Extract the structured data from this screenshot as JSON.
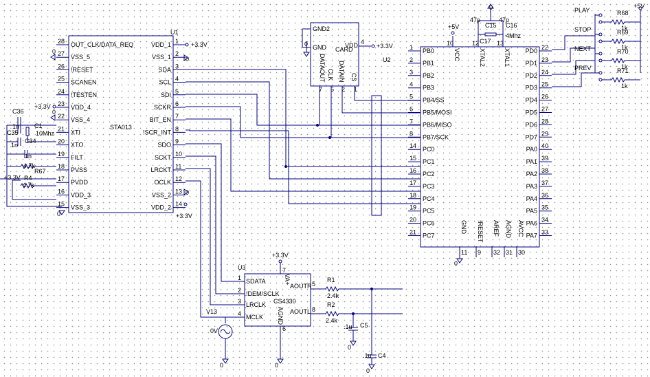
{
  "u1": {
    "ref": "U1",
    "part": "STA013",
    "left_pins": [
      {
        "num": "28",
        "name": "OUT_CLK/DATA_REQ"
      },
      {
        "num": "27",
        "name": "VSS_5"
      },
      {
        "num": "26",
        "name": "!RESET"
      },
      {
        "num": "25",
        "name": "SCANEN"
      },
      {
        "num": "24",
        "name": "!TESTEN"
      },
      {
        "num": "23",
        "name": "VDD_4"
      },
      {
        "num": "22",
        "name": "VSS_4"
      },
      {
        "num": "21",
        "name": "XTI"
      },
      {
        "num": "20",
        "name": "XTO"
      },
      {
        "num": "19",
        "name": "FILT"
      },
      {
        "num": "18",
        "name": "PVSS"
      },
      {
        "num": "17",
        "name": "PVDD"
      },
      {
        "num": "16",
        "name": "VDD_3"
      },
      {
        "num": "15",
        "name": "VSS_3"
      }
    ],
    "right_pins": [
      {
        "num": "1",
        "name": "VDD_1"
      },
      {
        "num": "2",
        "name": "VSS_1"
      },
      {
        "num": "3",
        "name": "SDA"
      },
      {
        "num": "4",
        "name": "SCL"
      },
      {
        "num": "5",
        "name": "SDI"
      },
      {
        "num": "6",
        "name": "SCKR"
      },
      {
        "num": "7",
        "name": "BIT_EN"
      },
      {
        "num": "8",
        "name": "!SCR_INT"
      },
      {
        "num": "9",
        "name": "SDO"
      },
      {
        "num": "10",
        "name": "SCKT"
      },
      {
        "num": "11",
        "name": "LRCKT"
      },
      {
        "num": "12",
        "name": "OCLK"
      },
      {
        "num": "13",
        "name": "VSS_2"
      },
      {
        "num": "14",
        "name": "VDD_2"
      }
    ]
  },
  "u2": {
    "ref": "U2",
    "part": "CARD",
    "pins": {
      "gnd2": "GND2",
      "gnd": "GND",
      "vdd": "VDD",
      "vdd_num": "4",
      "dataout": "DATAOUT",
      "dataout_num": "7",
      "clk": "CLK",
      "clk_num": "5",
      "datain": "DATAIN",
      "datain_num": "2",
      "cs": "CS",
      "cs_num": "1"
    }
  },
  "u3": {
    "ref": "U3",
    "part": "CS4330",
    "left_pins": [
      {
        "num": "1",
        "name": "SDATA"
      },
      {
        "num": "2",
        "name": "!DEM/SCLK"
      },
      {
        "num": "3",
        "name": "LRCLK"
      },
      {
        "num": "4",
        "name": "MCLK"
      }
    ],
    "right_pins": [
      {
        "num": "5",
        "name": "AOUTR"
      },
      {
        "num": "8",
        "name": "AOUTL"
      }
    ],
    "va": "VA+",
    "va_num": "7",
    "agnd": "AGND",
    "agnd_num": "6"
  },
  "mcu": {
    "left_pins": [
      {
        "num": "1",
        "name": "PB0"
      },
      {
        "num": "2",
        "name": "PB1"
      },
      {
        "num": "3",
        "name": "PB2"
      },
      {
        "num": "4",
        "name": "PB3"
      },
      {
        "num": "5",
        "name": "PB4/SS"
      },
      {
        "num": "6",
        "name": "PB5/MOSI"
      },
      {
        "num": "7",
        "name": "PB6/MISO"
      },
      {
        "num": "8",
        "name": "PB7/SCK"
      },
      {
        "num": "14",
        "name": "PC0"
      },
      {
        "num": "15",
        "name": "PC1"
      },
      {
        "num": "16",
        "name": "PC2"
      },
      {
        "num": "17",
        "name": "PC3"
      },
      {
        "num": "18",
        "name": "PC4"
      },
      {
        "num": "19",
        "name": "PC5"
      },
      {
        "num": "20",
        "name": "PC6"
      },
      {
        "num": "21",
        "name": "PC7"
      }
    ],
    "right_pins": [
      {
        "num": "22",
        "name": "PD0"
      },
      {
        "num": "23",
        "name": "PD1"
      },
      {
        "num": "24",
        "name": "PD2"
      },
      {
        "num": "25",
        "name": "PD3"
      },
      {
        "num": "26",
        "name": "PD4"
      },
      {
        "num": "27",
        "name": "PD5"
      },
      {
        "num": "28",
        "name": "PD6"
      },
      {
        "num": "29",
        "name": "PD7"
      },
      {
        "num": "40",
        "name": "PA0"
      },
      {
        "num": "39",
        "name": "PA1"
      },
      {
        "num": "38",
        "name": "PA2"
      },
      {
        "num": "37",
        "name": "PA3"
      },
      {
        "num": "36",
        "name": "PA4"
      },
      {
        "num": "35",
        "name": "PA5"
      },
      {
        "num": "34",
        "name": "PA6"
      },
      {
        "num": "33",
        "name": "PA7"
      }
    ],
    "top_pins": [
      {
        "num": "10",
        "name": "VCC"
      },
      {
        "num": "12",
        "name": "XTAL2"
      },
      {
        "num": "13",
        "name": "XTAL1"
      }
    ],
    "bottom_pins": [
      {
        "num": "11",
        "name": "GND"
      },
      {
        "num": "9",
        "name": "!RESET"
      },
      {
        "num": "32",
        "name": "AREF"
      },
      {
        "num": "31",
        "name": "AGND"
      },
      {
        "num": "30",
        "name": "AVCC"
      }
    ]
  },
  "buttons": [
    {
      "label": "PLAY",
      "resistor": "R68",
      "value": "1k"
    },
    {
      "label": "STOP",
      "resistor": "R69",
      "value": "1k"
    },
    {
      "label": "NEXT",
      "resistor": "R70",
      "value": "1k"
    },
    {
      "label": "PREV",
      "resistor": "R71",
      "value": "1k"
    }
  ],
  "components": {
    "c36": "C36",
    "c36_val": "1n",
    "c1": "C1",
    "c35": "C35",
    "c35_val": "1n",
    "c34": "C34",
    "c34_val": "1n",
    "crystal1": "10Mhz",
    "r67": "R67",
    "r67_val": "4.7k",
    "r4": "R4",
    "r4_val": "4.7k",
    "c15": "C15",
    "c15_val": "47p",
    "c16": "C16",
    "c16_val": "47p",
    "c17": "C17",
    "crystal2": "4Mhz",
    "r1": "R1",
    "r1_val": "2.4k",
    "r2": "R2",
    "r2_val": "2.4k",
    "c5": "C5",
    "c5_val": ".1u",
    "c4": "C4",
    "c4_val": ".1u",
    "v13": "V13",
    "v13_val": "0V"
  },
  "rails": {
    "v33": "+3.3V",
    "v5": "+5V",
    "gnd": "0"
  }
}
